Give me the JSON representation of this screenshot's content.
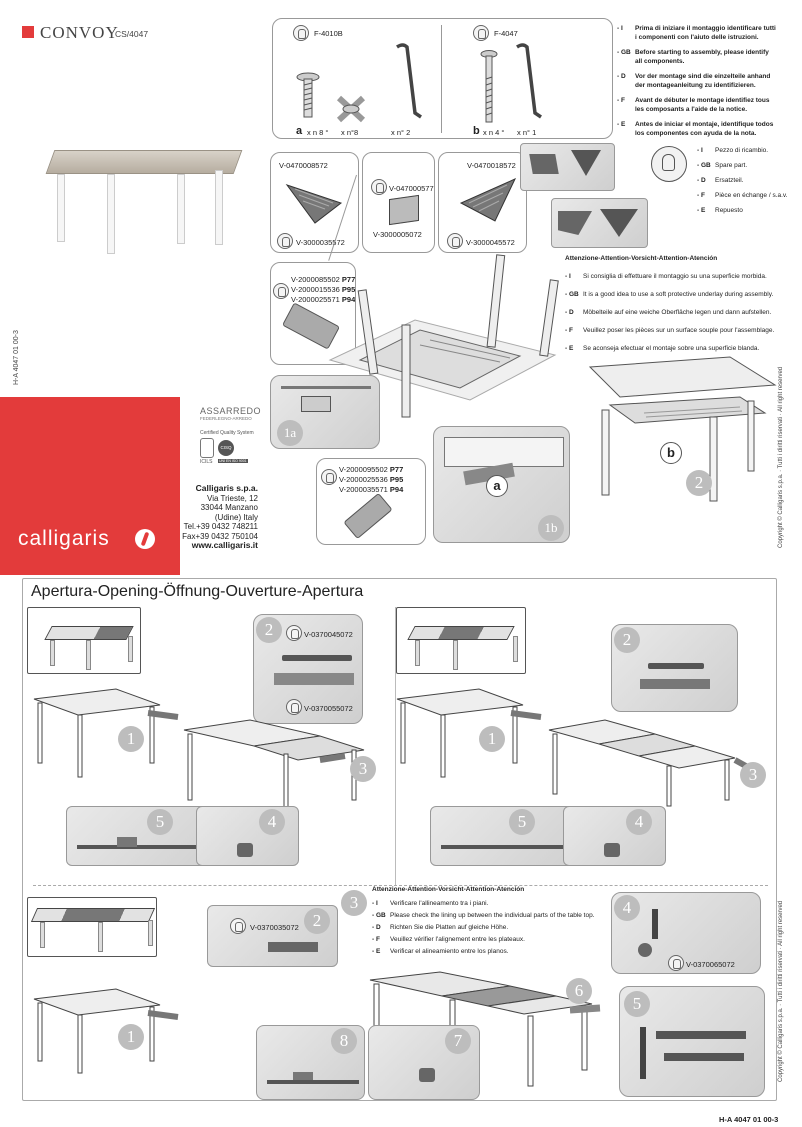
{
  "brand": {
    "model": "CONVOY",
    "code": "CS/4047",
    "accent": "#e33b3b",
    "logo": "calligaris",
    "doc_code_side": "H-A 4047 01 00-3"
  },
  "company": {
    "name": "Calligaris s.p.a.",
    "street": "Via Trieste, 12",
    "city": "33044 Manzano",
    "country": "(Udine) Italy",
    "tel": "Tel.+39 0432 748211",
    "fax": "Fax+39 0432 750104",
    "web": "www.calligaris.it",
    "cert1": "ASSARREDO",
    "cert1_sub": "FEDERLEGNO-ARREDO",
    "cert2": "Certified Quality System",
    "cert3": "CISQ",
    "cert4": "ICILS",
    "cert5": "UNI EN ISO 9001"
  },
  "hardware": {
    "a_code": "F-4010B",
    "a_letter": "a",
    "a_qty": "x n 8 °",
    "a_x_qty": "x n°8",
    "a_key_qty": "x n° 2",
    "b_code": "F-4047",
    "b_letter": "b",
    "b_qty": "x n 4 °",
    "b_key_qty": "x n° 1"
  },
  "instructions": [
    {
      "k": "- I",
      "t": "Prima di iniziare il montaggio identificare tutti i componenti con l'aiuto delle istruzioni."
    },
    {
      "k": "- GB",
      "t": "Before starting to assembly, please identify all components."
    },
    {
      "k": "- D",
      "t": "Vor der montage sind die einzelteile anhand der montageanleitung zu identifizieren."
    },
    {
      "k": "- F",
      "t": "Avant de débuter le montage identifiez tous les composants a l'aide de la notice."
    },
    {
      "k": "- E",
      "t": "Antes de iniciar el montaje, identifique todos los componentes con ayuda de la nota."
    }
  ],
  "spare": [
    {
      "k": "- I",
      "t": "Pezzo di ricambio."
    },
    {
      "k": "- GB",
      "t": "Spare part."
    },
    {
      "k": "- D",
      "t": "Ersatzteil."
    },
    {
      "k": "- F",
      "t": "Pièce en échange / s.a.v."
    },
    {
      "k": "- E",
      "t": "Repuesto"
    }
  ],
  "codes": {
    "c1": "V-0470008572",
    "c2": "V-3000035572",
    "c3": "V-0470005772",
    "c4": "V-3000005072",
    "c5": "V-0470018572",
    "c6": "V-3000045572",
    "p1": "V-2000085502",
    "p1s": "P77",
    "p2": "V-2000015536",
    "p2s": "P95",
    "p3": "V-2000025571",
    "p3s": "P94",
    "q1": "V-2000095502",
    "q1s": "P77",
    "q2": "V-2000025536",
    "q2s": "P95",
    "q3": "V-2000035571",
    "q3s": "P94",
    "o1": "V-0370045072",
    "o2": "V-0370055072",
    "o3": "V-0370035072",
    "o4": "V-0370065072"
  },
  "attention1": {
    "title": "Attenzione-Attention-Vorsicht-Attention-Atención",
    "rows": [
      {
        "k": "- I",
        "t": "Si consiglia di effettuare il montaggio su una superficie morbida."
      },
      {
        "k": "- GB",
        "t": "It is a good idea to use a soft protective underlay during assembly."
      },
      {
        "k": "- D",
        "t": "Möbelteile auf eine weiche Oberfläche legen und dann aufstellen."
      },
      {
        "k": "- F",
        "t": "Veuillez poser les pièces sur un surface souple pour l'assemblage."
      },
      {
        "k": "- E",
        "t": "Se aconseja efectuar el montaje sobre una superficie blanda."
      }
    ]
  },
  "attention2": {
    "title": "Attenzione-Attention-Vorsicht-Attention-Atención",
    "rows": [
      {
        "k": "- I",
        "t": "Verificare l'allineamento tra i piani."
      },
      {
        "k": "- GB",
        "t": "Please check the lining up between the individual parts of the table top."
      },
      {
        "k": "- D",
        "t": "Richten Sie die Platten auf gleiche Höhe."
      },
      {
        "k": "- F",
        "t": "Veuillez vérifier l'alignement entre les plateaux."
      },
      {
        "k": "- E",
        "t": "Verificar el alineamiento entre los planos."
      }
    ]
  },
  "steps": {
    "s1a": "1a",
    "s1b": "1b",
    "s2": "2",
    "a": "a",
    "b": "b",
    "n1": "1",
    "n2": "2",
    "n3": "3",
    "n4": "4",
    "n5": "5",
    "n6": "6",
    "n7": "7",
    "n8": "8"
  },
  "opening_title": "Apertura-Opening-Öffnung-Ouverture-Apertura",
  "copyright": "Copyright © Calligaris s.p.a. · Tutti i diritti riservati · All right reserved",
  "footer_code": "H-A 4047 01 00-3"
}
